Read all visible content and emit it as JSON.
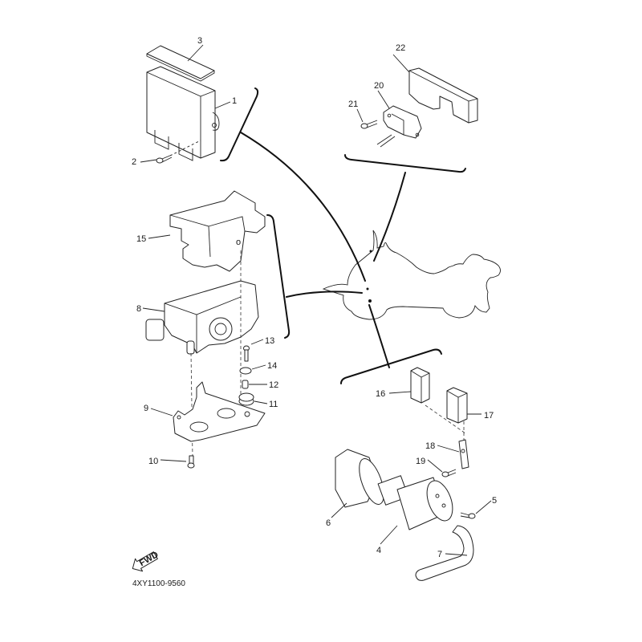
{
  "diagram": {
    "title": "Electrical parts exploded view",
    "part_code": "4XY1100-9560",
    "direction_marker": "FWD",
    "callouts": [
      {
        "id": "1",
        "label": "1"
      },
      {
        "id": "2",
        "label": "2"
      },
      {
        "id": "3",
        "label": "3"
      },
      {
        "id": "4",
        "label": "4"
      },
      {
        "id": "5",
        "label": "5"
      },
      {
        "id": "6",
        "label": "6"
      },
      {
        "id": "7",
        "label": "7"
      },
      {
        "id": "8",
        "label": "8"
      },
      {
        "id": "9",
        "label": "9"
      },
      {
        "id": "10",
        "label": "10"
      },
      {
        "id": "11",
        "label": "11"
      },
      {
        "id": "12",
        "label": "12"
      },
      {
        "id": "13",
        "label": "13"
      },
      {
        "id": "14",
        "label": "14"
      },
      {
        "id": "15",
        "label": "15"
      },
      {
        "id": "16",
        "label": "16"
      },
      {
        "id": "17",
        "label": "17"
      },
      {
        "id": "18",
        "label": "18"
      },
      {
        "id": "19",
        "label": "19"
      },
      {
        "id": "20",
        "label": "20"
      },
      {
        "id": "21",
        "label": "21"
      },
      {
        "id": "22",
        "label": "22"
      }
    ]
  }
}
